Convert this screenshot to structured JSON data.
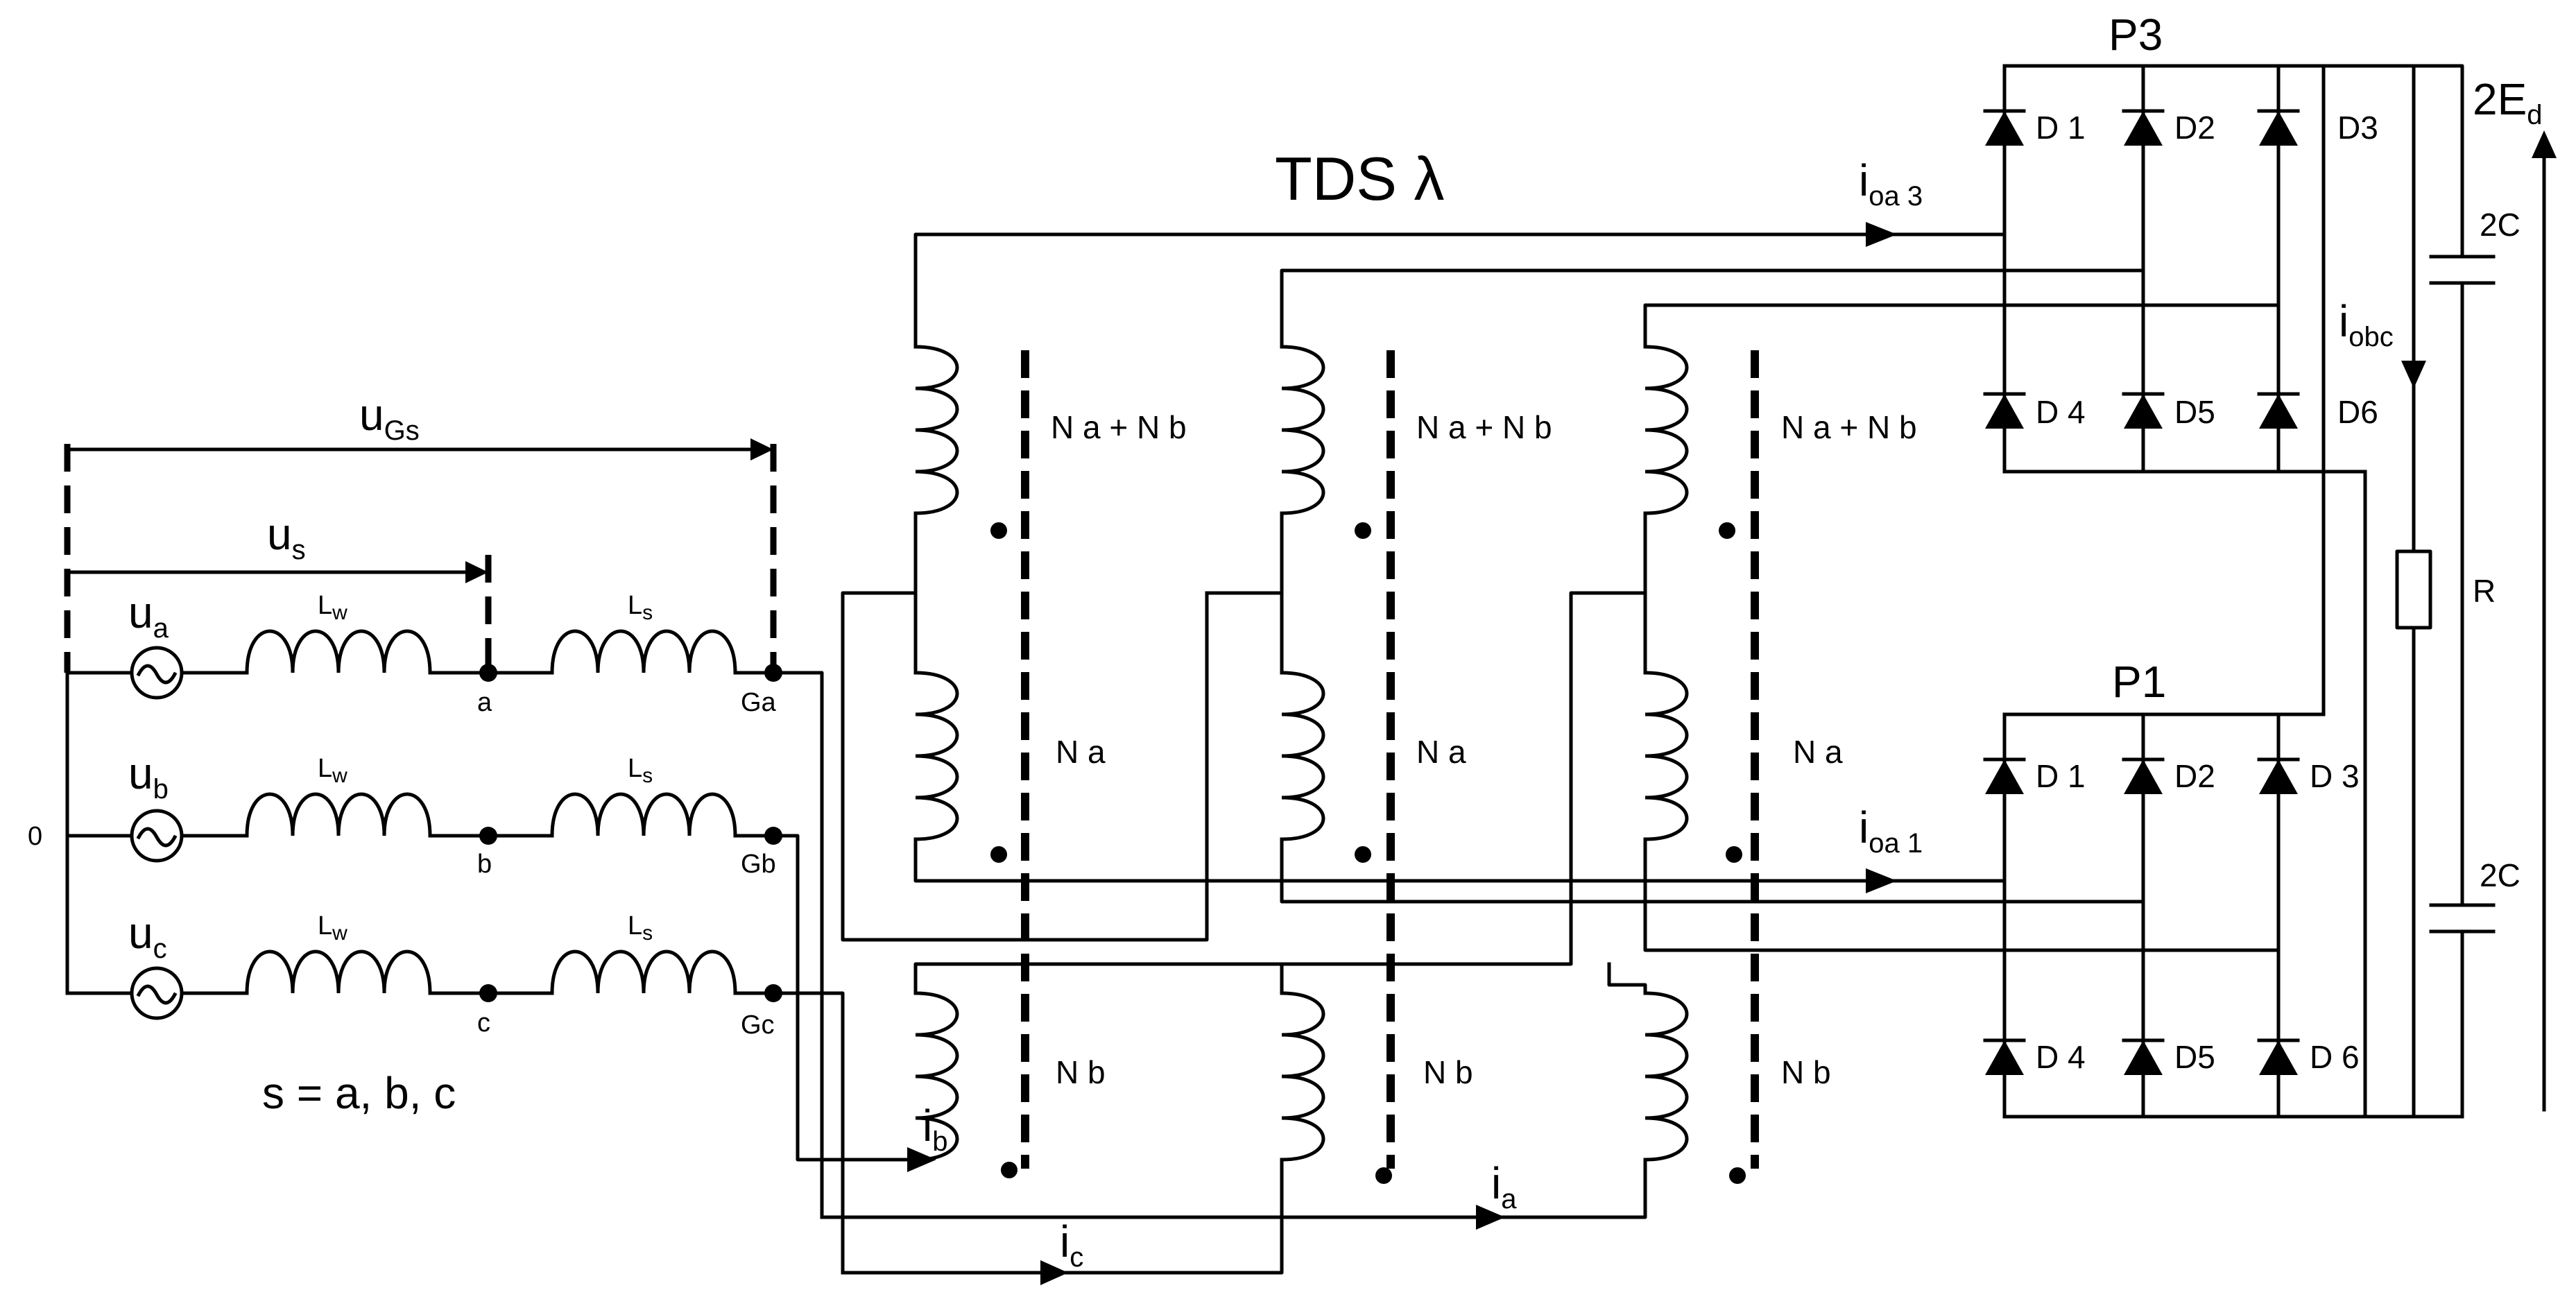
{
  "title": "TDS λ",
  "labels": {
    "ugs": "u",
    "ugs_sub": "Gs",
    "us": "u",
    "us_sub": "s",
    "ua": "u",
    "ua_sub": "a",
    "ub": "u",
    "ub_sub": "b",
    "uc": "u",
    "uc_sub": "c",
    "zero": "0",
    "lw": "L",
    "lw_sub": "w",
    "ls": "L",
    "ls_sub": "s",
    "node_a": "a",
    "node_b": "b",
    "node_c": "c",
    "node_ga": "Ga",
    "node_gb": "Gb",
    "node_gc": "Gc",
    "s_eq": "s = a, b, c",
    "winding_top": "N a + N b",
    "winding_mid": "N a",
    "winding_bot": "N b",
    "ioa3": "i",
    "ioa3_sub": "oa 3",
    "ioa1": "i",
    "ioa1_sub": "oa 1",
    "iobc": "i",
    "iobc_sub": "obc",
    "ia": "i",
    "ia_sub": "a",
    "ib": "i",
    "ib_sub": "b",
    "ic": "i",
    "ic_sub": "c",
    "p3": "P3",
    "p1": "P1",
    "d1": "D 1",
    "d2": "D2",
    "d3": "D3",
    "d4": "D 4",
    "d5": "D5",
    "d6": "D6",
    "d3b": "D 3",
    "d6b": "D 6",
    "cap": "2C",
    "res": "R",
    "ed": "2E",
    "ed_sub": "d"
  }
}
